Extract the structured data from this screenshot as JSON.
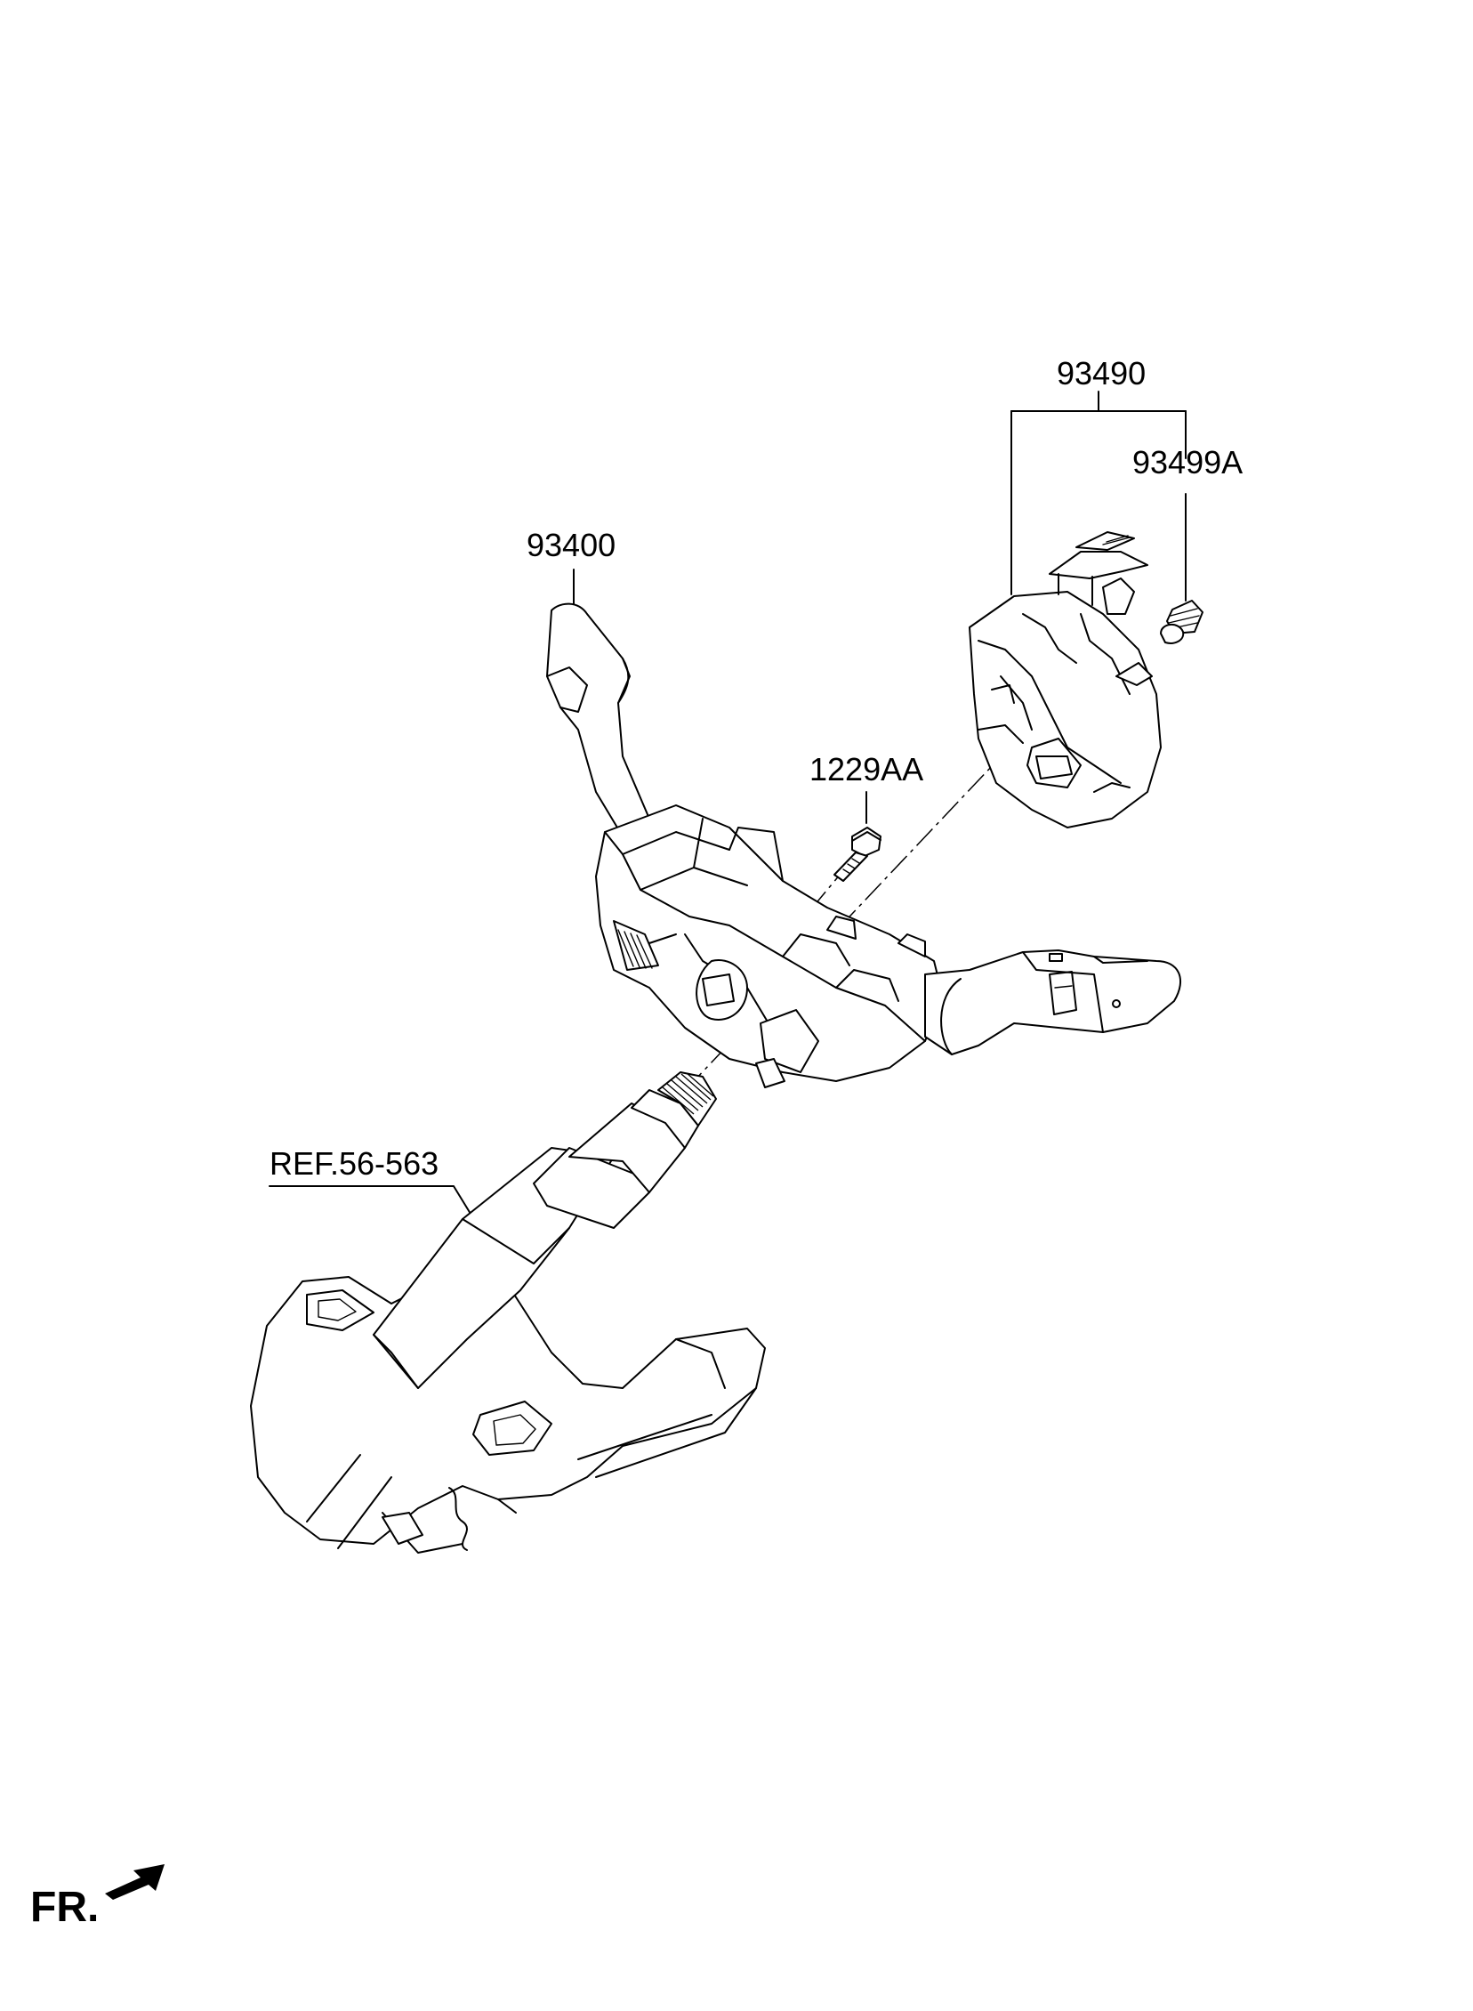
{
  "labels": {
    "part_93490": "93490",
    "part_93499A": "93499A",
    "part_93400": "93400",
    "part_1229AA": "1229AA",
    "ref": "REF.56-563",
    "front": "FR."
  },
  "colors": {
    "line": "#000000",
    "background": "#ffffff"
  },
  "icons": {
    "front_arrow": "front-direction-arrow-icon"
  }
}
